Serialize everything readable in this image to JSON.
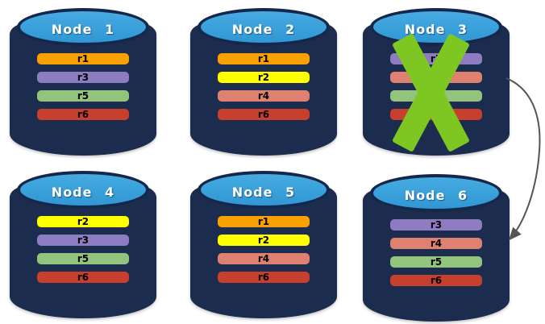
{
  "diagram": {
    "nodes": [
      {
        "id": "node-1",
        "label": "Node 1",
        "failed": false,
        "bars": [
          {
            "label": "r1",
            "color": "#F9A102"
          },
          {
            "label": "r3",
            "color": "#8E7CC3"
          },
          {
            "label": "r5",
            "color": "#93C47D"
          },
          {
            "label": "r6",
            "color": "#C7402D"
          }
        ]
      },
      {
        "id": "node-2",
        "label": "Node 2",
        "failed": false,
        "bars": [
          {
            "label": "r1",
            "color": "#F9A102"
          },
          {
            "label": "r2",
            "color": "#FFFF00"
          },
          {
            "label": "r4",
            "color": "#DF8170"
          },
          {
            "label": "r6",
            "color": "#C7402D"
          }
        ]
      },
      {
        "id": "node-3",
        "label": "Node 3",
        "failed": true,
        "bars": [
          {
            "label": "r3",
            "color": "#8E7CC3"
          },
          {
            "label": "r4",
            "color": "#DF8170"
          },
          {
            "label": "r5",
            "color": "#93C47D"
          },
          {
            "label": "r6",
            "color": "#C7402D"
          }
        ]
      },
      {
        "id": "node-4",
        "label": "Node 4",
        "failed": false,
        "bars": [
          {
            "label": "r2",
            "color": "#FFFF00"
          },
          {
            "label": "r3",
            "color": "#8E7CC3"
          },
          {
            "label": "r5",
            "color": "#93C47D"
          },
          {
            "label": "r6",
            "color": "#C7402D"
          }
        ]
      },
      {
        "id": "node-5",
        "label": "Node 5",
        "failed": false,
        "bars": [
          {
            "label": "r1",
            "color": "#F9A102"
          },
          {
            "label": "r2",
            "color": "#FFFF00"
          },
          {
            "label": "r4",
            "color": "#DF8170"
          },
          {
            "label": "r6",
            "color": "#C7402D"
          }
        ]
      },
      {
        "id": "node-6",
        "label": "Node 6",
        "failed": false,
        "bars": [
          {
            "label": "r3",
            "color": "#8E7CC3"
          },
          {
            "label": "r4",
            "color": "#DF8170"
          },
          {
            "label": "r5",
            "color": "#93C47D"
          },
          {
            "label": "r6",
            "color": "#C7402D"
          }
        ]
      }
    ],
    "annotations": {
      "failure_x": {
        "on_node": "Node 3"
      },
      "failover_arrow": {
        "from": "Node 3",
        "to": "Node 6"
      }
    }
  },
  "colors": {
    "canvas_bg": "#FFFFFF",
    "cylinder_body": "#1B2C4F",
    "cylinder_top": "#2F97D4",
    "cylinder_top_light": "#47ABE1",
    "cylinder_border": "#15284B",
    "title_text": "#FFFFFF",
    "bar_text": "#000000",
    "x_mark": "#7EC622",
    "arrow": "#555555"
  }
}
